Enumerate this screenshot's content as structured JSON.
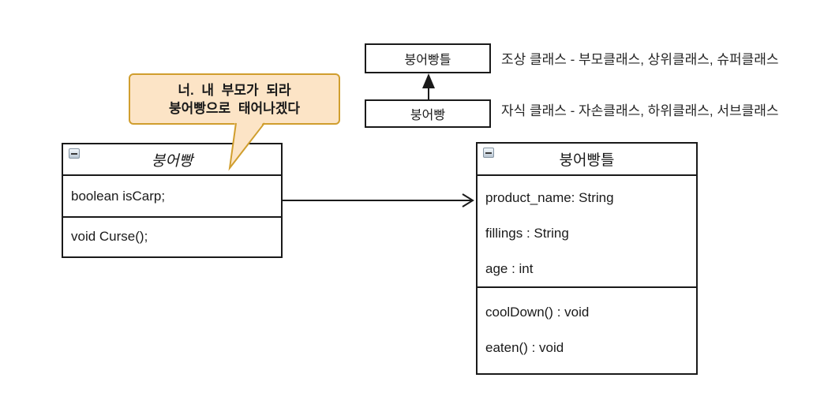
{
  "inheritance_demo": {
    "parent_box": {
      "label": "붕어빵틀"
    },
    "child_box": {
      "label": "붕어빵"
    },
    "parent_note": "조상 클래스 - 부모클래스, 상위클래스, 슈퍼클래스",
    "child_note": "자식 클래스 - 자손클래스, 하위클래스, 서브클래스"
  },
  "speech_bubble": {
    "line1": "너. 내 부모가 되라",
    "line2": "붕어빵으로 태어나겠다",
    "fill_color": "#fce4c6",
    "border_color": "#d09e2e"
  },
  "child_class": {
    "title": "붕어빵",
    "attributes": [
      "boolean isCarp;"
    ],
    "methods": [
      "void Curse();"
    ]
  },
  "parent_class": {
    "title": "붕어빵틀",
    "attributes": [
      "product_name: String",
      "fillings : String",
      "age : int"
    ],
    "methods": [
      "coolDown() : void",
      "eaten() : void"
    ]
  },
  "colors": {
    "line_color": "#1a1a1a",
    "background": "#ffffff"
  }
}
